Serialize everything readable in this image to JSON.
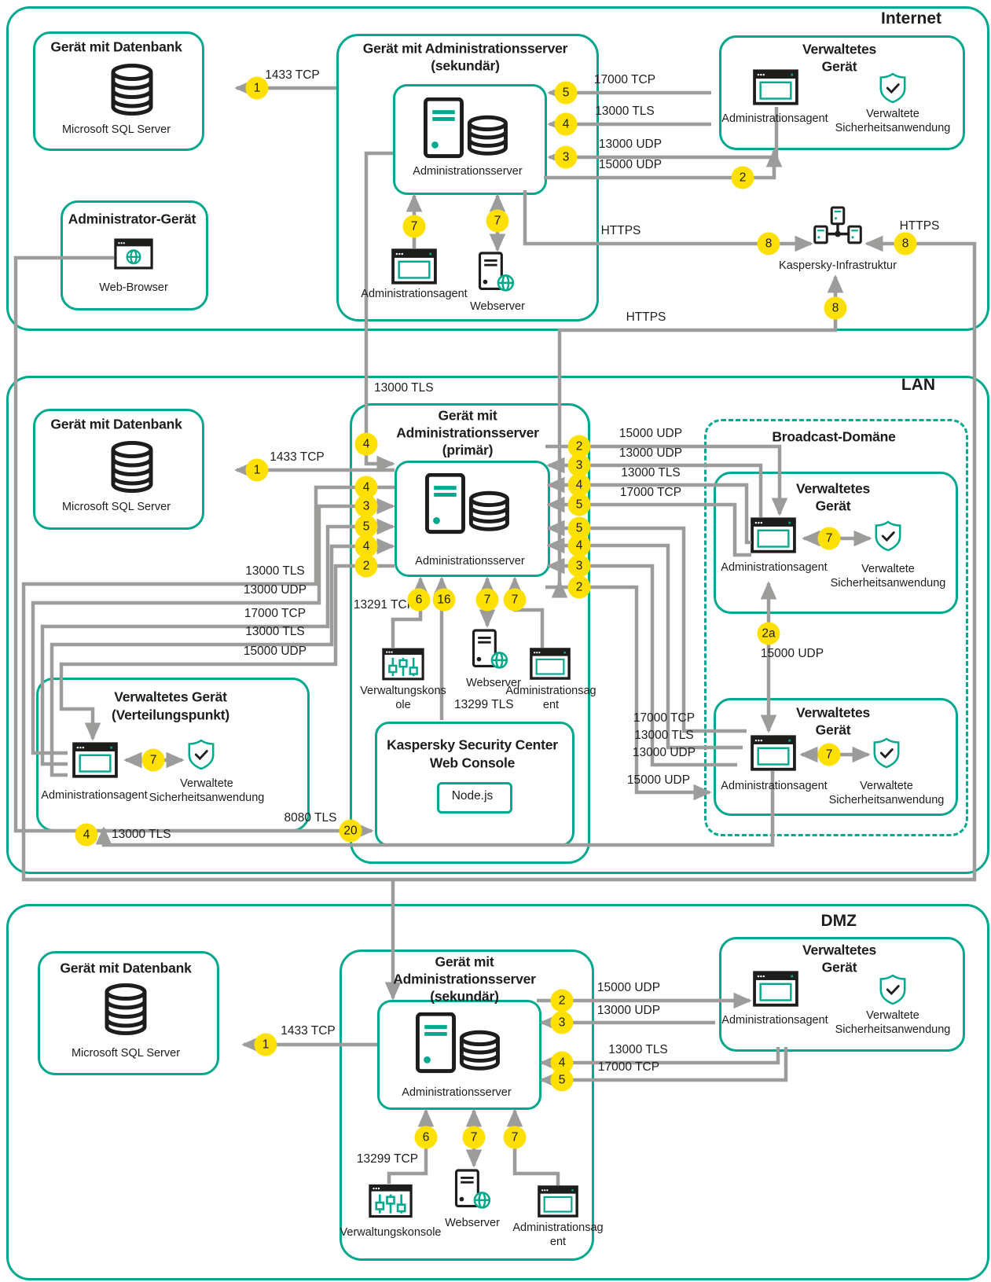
{
  "zones": {
    "internet": "Internet",
    "lan": "LAN",
    "dmz": "DMZ"
  },
  "badges": {
    "n1": "1",
    "n2": "2",
    "n2a": "2a",
    "n3": "3",
    "n4": "4",
    "n5": "5",
    "n6": "6",
    "n7": "7",
    "n8": "8",
    "n16": "16",
    "n20": "20"
  },
  "ports": {
    "p1433": "1433 TCP",
    "p17000": "17000 TCP",
    "p13000tls": "13000 TLS",
    "p13000udp": "13000 UDP",
    "p15000udp": "15000 UDP",
    "p13291": "13291 TCP",
    "p13299tls": "13299 TLS",
    "p13299tcp": "13299 TCP",
    "p8080": "8080 TLS",
    "https": "HTTPS"
  },
  "text": {
    "db_title": "Gerät mit Datenbank",
    "sql": "Microsoft SQL Server",
    "admin_title": "Administrator-Gerät",
    "browser": "Web-Browser",
    "sec_t1": "Gerät mit Administrationsserver",
    "sec_t2": "(sekundär)",
    "prim_t1": "Gerät mit",
    "prim_t2": "Administrationsserver",
    "prim_t3": "(primär)",
    "dmz_t1": "Gerät mit",
    "dmz_t2": "Administrationsserver",
    "dmz_t3": "(sekundär)",
    "server": "Administrationsserver",
    "agent": "Administrationsagent",
    "agent_w1": "Administrationsag",
    "agent_w2": "ent",
    "webserver": "Webserver",
    "console": "Verwaltungskonsole",
    "console_w1": "Verwaltungskons",
    "console_w2": "ole",
    "managed_t1": "Verwaltetes",
    "managed_t2": "Gerät",
    "app1": "Verwaltete",
    "app2": "Sicherheitsanwendung",
    "dp_t1": "Verwaltetes Gerät",
    "dp_t2": "(Verteilungspunkt)",
    "broadcast": "Broadcast-Domäne",
    "wc_t1": "Kaspersky Security Center",
    "wc_t2": "Web Console",
    "nodejs": "Node.js",
    "infra": "Kaspersky-Infrastruktur"
  },
  "colors": {
    "accent": "#00A88E",
    "line": "#9C9C9B",
    "badge": "#FFE000",
    "text": "#1D1D1B"
  }
}
